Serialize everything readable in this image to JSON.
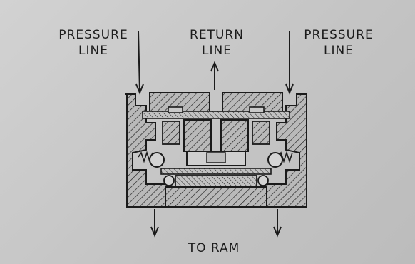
{
  "labels": {
    "pressure_left": [
      "PRESSURE",
      "LINE"
    ],
    "return": [
      "RETURN",
      "LINE"
    ],
    "pressure_right": [
      "PRESSURE",
      "LINE"
    ],
    "bottom": "TO RAM"
  },
  "colors": {
    "ink": "#1b1b1b",
    "paper": "#c9c9c9",
    "hatch_fill": "#b5b5b5"
  }
}
